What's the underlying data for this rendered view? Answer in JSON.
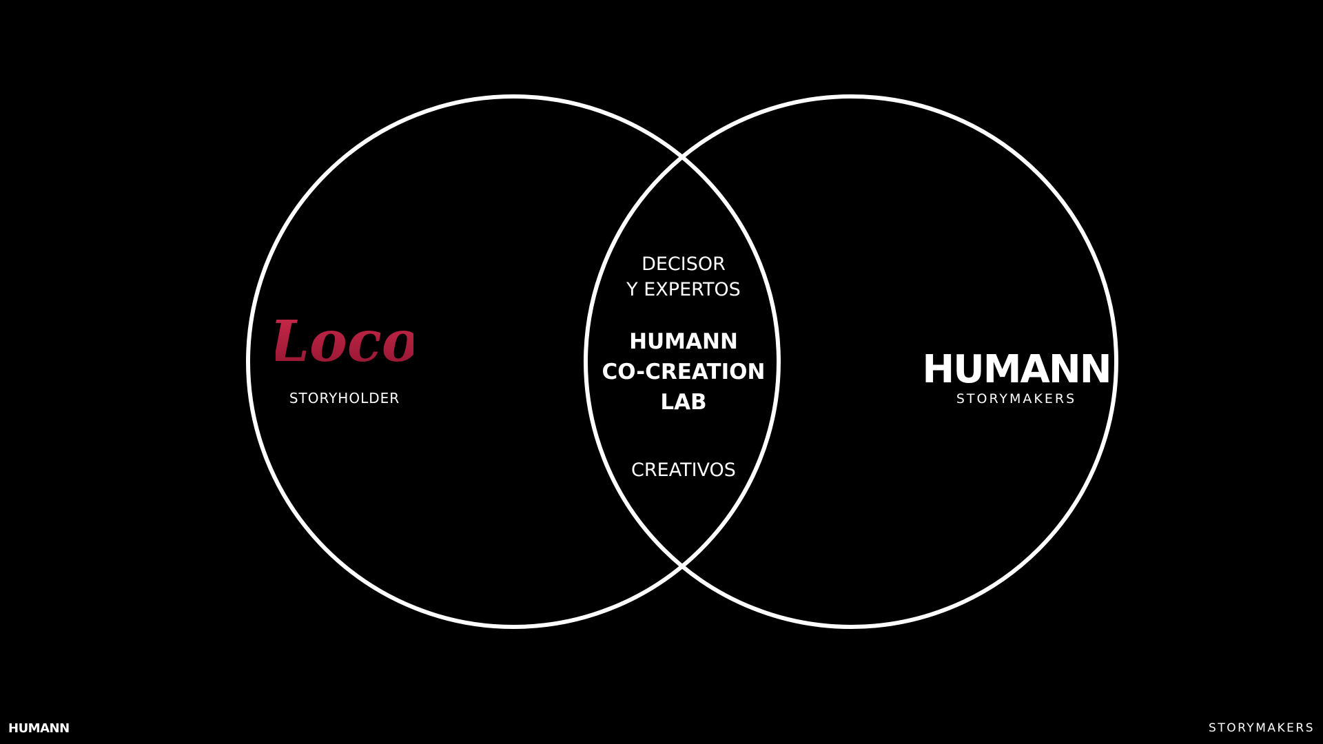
{
  "colors": {
    "background": "#000000",
    "text": "#ffffff",
    "loco_logo": "#b01c3c"
  },
  "left_circle": {
    "logo_text": "Loco",
    "label": "STORYHOLDER"
  },
  "right_circle": {
    "logo_text": "HUMANN",
    "label": "STORYMAKERS"
  },
  "intersection": {
    "top_line1": "DECISOR",
    "top_line2": "Y EXPERTOS",
    "main_line1": "HUMANN",
    "main_line2": "CO-CREATION",
    "main_line3": "LAB",
    "bottom": "CREATIVOS"
  },
  "footer": {
    "left": "HUMANN",
    "right": "STORYMAKERS"
  }
}
